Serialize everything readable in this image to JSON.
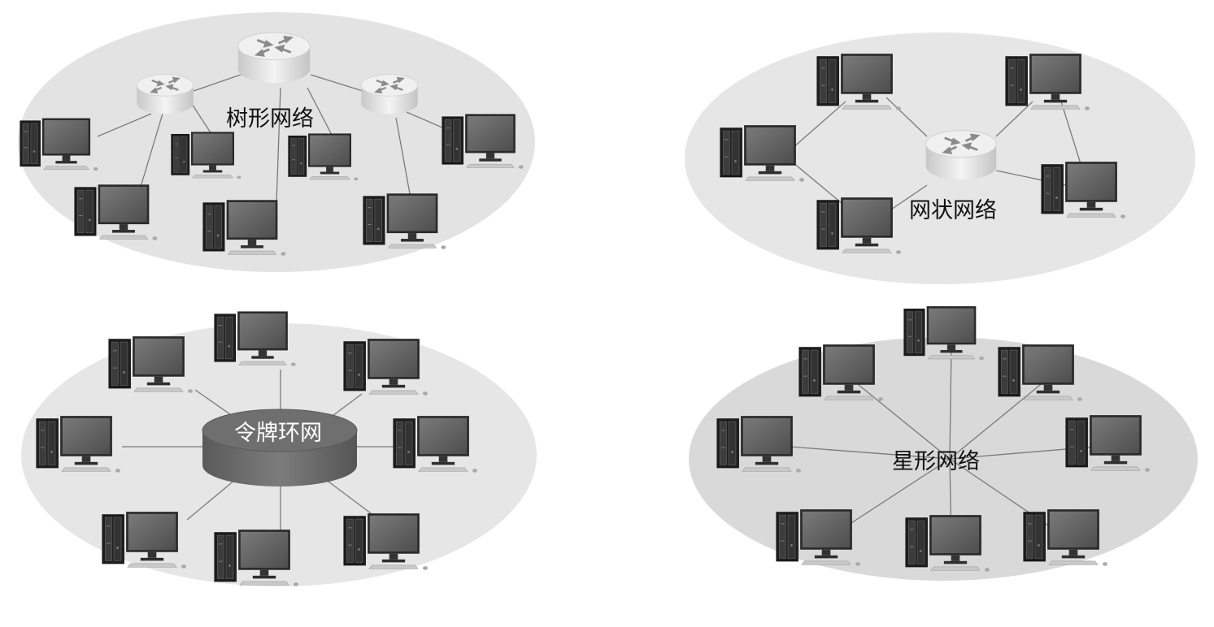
{
  "diagrams": {
    "tree": {
      "label": "树形网络"
    },
    "mesh": {
      "label": "网状网络"
    },
    "ring": {
      "label": "令牌环网"
    },
    "star": {
      "label": "星形网络"
    }
  },
  "colors": {
    "background": "#ffffff",
    "cloud_light": "#e8e8e8",
    "cloud_dark": "#d9d9d9",
    "tower": "#2b2b2b",
    "screen": "#6a6a6a",
    "link": "#777777",
    "ring_device": "#6e6e6e",
    "router": "#e6e6e6"
  },
  "icons": {
    "computer": "desktop-computer-icon",
    "router": "router-icon",
    "ring": "token-ring-hub-icon"
  }
}
